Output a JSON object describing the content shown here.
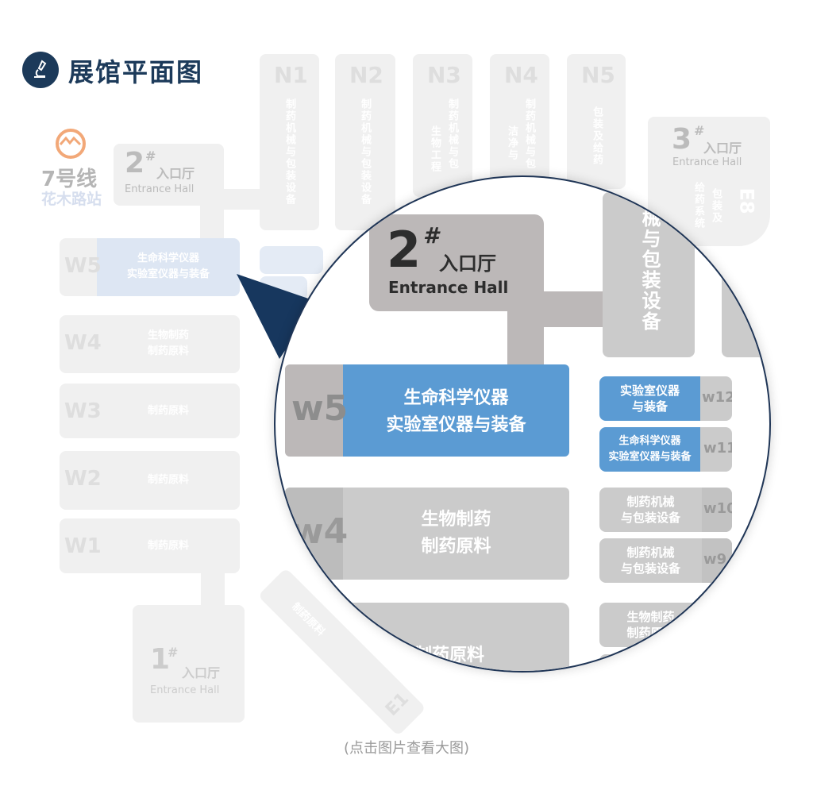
{
  "title": "展馆平面图",
  "caption": "(点击图片查看大图)",
  "metro": {
    "line": "7号线",
    "station": "花木路站"
  },
  "halls": {
    "n": [
      {
        "id": "N1",
        "cols": [
          "制药机械与包装设备"
        ]
      },
      {
        "id": "N2",
        "cols": [
          "制药机械与包装设备"
        ]
      },
      {
        "id": "N3",
        "cols": [
          "制药机械与包",
          "生物工程"
        ]
      },
      {
        "id": "N4",
        "cols": [
          "制药机械与包",
          "洁净与"
        ]
      },
      {
        "id": "N5",
        "cols": [
          "包装及给药"
        ]
      }
    ],
    "w": [
      {
        "id": "W5",
        "text": [
          "生命科学仪器",
          "实验室仪器与装备"
        ]
      },
      {
        "id": "W4",
        "text": [
          "生物制药",
          "制药原料"
        ]
      },
      {
        "id": "W3",
        "text": [
          "制药原料"
        ]
      },
      {
        "id": "W2",
        "text": [
          "制药原料"
        ]
      },
      {
        "id": "W1",
        "text": [
          "制药原料"
        ]
      }
    ],
    "e8": {
      "id": "E8",
      "text": [
        "包装及",
        "给药系统"
      ]
    },
    "e1": {
      "id": "E1",
      "text": "制药原料"
    }
  },
  "entrances": [
    {
      "num": "1",
      "hash": "#",
      "cn": "入口厅",
      "en": "Entrance Hall"
    },
    {
      "num": "2",
      "hash": "#",
      "cn": "入口厅",
      "en": "Entrance Hall"
    },
    {
      "num": "3",
      "hash": "#",
      "cn": "入口厅",
      "en": "Entrance Hall"
    }
  ],
  "lens": {
    "entrance": {
      "num": "2",
      "hash": "#",
      "cn": "入口厅",
      "en": "Entrance Hall"
    },
    "column_text": "械与包装设备",
    "w5": {
      "id": "w5",
      "l1": "生命科学仪器",
      "l2": "实验室仪器与装备"
    },
    "w4": {
      "id": "w4",
      "l1": "生物制药",
      "l2": "制药原料"
    },
    "bottom": "制药原料",
    "w12": {
      "id": "w12",
      "l1": "实验室仪器",
      "l2": "与装备"
    },
    "w11": {
      "id": "w11",
      "l1": "生命科学仪器",
      "l2": "实验室仪器与装备"
    },
    "w10": {
      "id": "w10",
      "l1": "制药机械",
      "l2": "与包装设备"
    },
    "w9": {
      "id": "w9",
      "l1": "制药机械",
      "l2": "与包装设备"
    },
    "w8": {
      "l1": "生物制药",
      "l2": "制药原料"
    }
  },
  "colors": {
    "navy": "#1c3a5a",
    "blue": "#5b9bd3",
    "metro": "#f0a070"
  }
}
